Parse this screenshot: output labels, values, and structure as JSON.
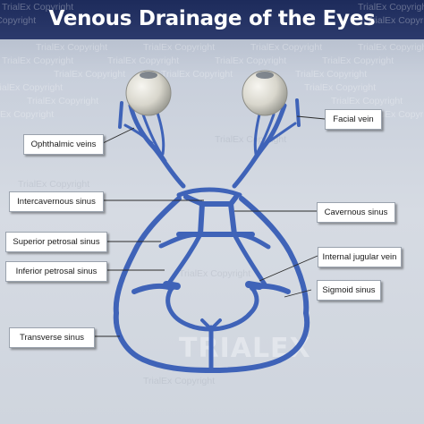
{
  "title": "Venous Drainage of the Eyes",
  "watermark_text": "TrialEx Copyright",
  "logo_text": "TRIALEX",
  "colors": {
    "title_bar": "#1d2b5b",
    "vein": "#3f63b8",
    "vein_dark": "#2d4a94",
    "background": "#d6dbe3"
  },
  "labels": {
    "ophthalmic_veins": "Ophthalmic veins",
    "facial_vein": "Facial vein",
    "intercavernous_sinus": "Intercavernous sinus",
    "cavernous_sinus": "Cavernous sinus",
    "superior_petrosal_sinus": "Superior petrosal sinus",
    "internal_jugular_vein": "Internal jugular vein",
    "inferior_petrosal_sinus": "Inferior petrosal sinus",
    "sigmoid_sinus": "Sigmoid sinus",
    "transverse_sinus": "Transverse sinus"
  }
}
